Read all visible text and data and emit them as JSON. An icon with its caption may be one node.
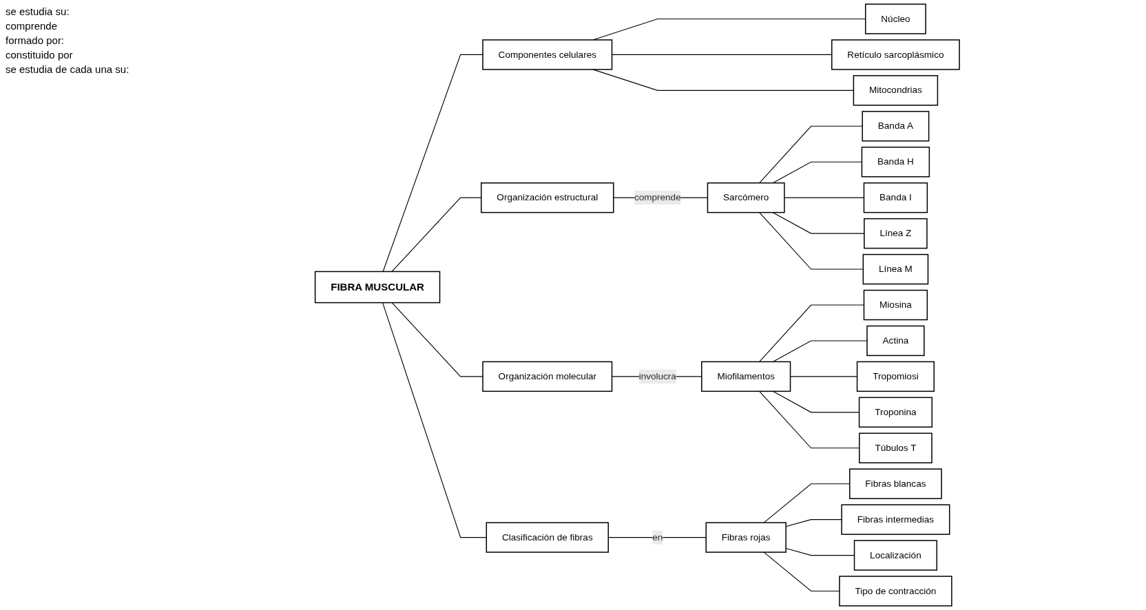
{
  "diagram": {
    "nodes": [
      {
        "text": [
          "FIBRA MUSCULAR"
        ]
      },
      {
        "text": [
          "Componentes celulares"
        ]
      },
      {
        "text": [
          "Organización estructural"
        ]
      },
      {
        "text": [
          "Organización molecular"
        ]
      },
      {
        "text": [
          "Clasificación de fibras"
        ]
      },
      {
        "text": [
          "Núcleo"
        ]
      },
      {
        "text": [
          "Retículo sarcoplásmico"
        ]
      },
      {
        "text": [
          "Mitocondrias"
        ]
      },
      {
        "text": [
          "Sarcómero"
        ]
      },
      {
        "text": [
          "Banda A"
        ]
      },
      {
        "text": [
          "Banda H"
        ]
      },
      {
        "text": [
          "Banda I"
        ]
      },
      {
        "text": [
          "Línea Z"
        ]
      },
      {
        "text": [
          "Línea M"
        ]
      },
      {
        "text": [
          "Miofilamentos"
        ]
      },
      {
        "text": [
          "Miosina"
        ]
      },
      {
        "text": [
          "Actina"
        ]
      },
      {
        "text": [
          "Tropomiosi"
        ]
      },
      {
        "text": [
          "Troponina"
        ]
      },
      {
        "text": [
          "Túbulos T"
        ]
      },
      {
        "text": [
          "Fibras rojas"
        ]
      },
      {
        "text": [
          "Fibras blancas"
        ]
      },
      {
        "text": [
          "Fibras intermedias"
        ]
      },
      {
        "text": [
          "Localización"
        ]
      },
      {
        "text": [
          "Tipo de contracción"
        ]
      }
    ],
    "edges": [
      {
        "from": 0,
        "to": 1,
        "arrow": "none"
      },
      {
        "from": 0,
        "to": 2,
        "arrow": "none"
      },
      {
        "from": 0,
        "to": 3,
        "arrow": "none"
      },
      {
        "from": 0,
        "to": 4,
        "arrow": "none"
      },
      {
        "from": 1,
        "to": 5,
        "arrow": "none"
      },
      {
        "from": 1,
        "to": 6,
        "arrow": "none"
      },
      {
        "from": 1,
        "to": 7,
        "arrow": "none"
      },
      {
        "from": 2,
        "to": 8,
        "arrow": "none",
        "label": "comprende"
      },
      {
        "from": 8,
        "to": 9,
        "arrow": "none"
      },
      {
        "from": 8,
        "to": 10,
        "arrow": "none"
      },
      {
        "from": 8,
        "to": 11,
        "arrow": "none"
      },
      {
        "from": 8,
        "to": 12,
        "arrow": "none"
      },
      {
        "from": 8,
        "to": 13,
        "arrow": "none"
      },
      {
        "from": 3,
        "to": 14,
        "arrow": "none",
        "label": "involucra"
      },
      {
        "from": 14,
        "to": 15,
        "arrow": "none"
      },
      {
        "from": 14,
        "to": 16,
        "arrow": "none"
      },
      {
        "from": 14,
        "to": 17,
        "arrow": "none"
      },
      {
        "from": 14,
        "to": 18,
        "arrow": "none"
      },
      {
        "from": 14,
        "to": 19,
        "arrow": "none"
      },
      {
        "from": 4,
        "to": 20,
        "arrow": "none",
        "label": "en"
      },
      {
        "from": 20,
        "to": 21,
        "arrow": "none"
      },
      {
        "from": 20,
        "to": 22,
        "arrow": "none"
      },
      {
        "from": 20,
        "to": 23,
        "arrow": "none"
      },
      {
        "from": 20,
        "to": 24,
        "arrow": "none"
      }
    ],
    "labels": [
      "se estudia su:",
      "comprende",
      "formado por:",
      "constituido por",
      "se estudia de cada una su:"
    ]
  }
}
